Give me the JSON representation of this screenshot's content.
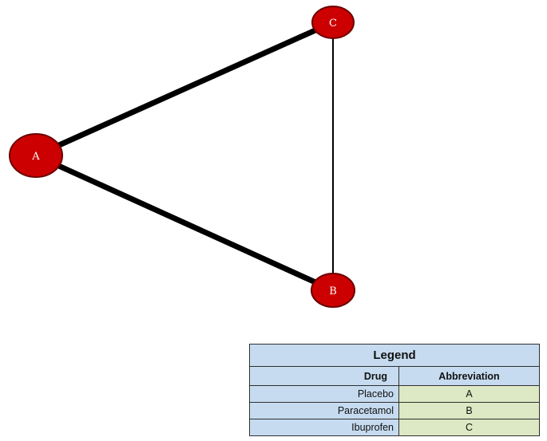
{
  "diagram": {
    "nodes": [
      {
        "id": "A",
        "label": "A"
      },
      {
        "id": "B",
        "label": "B"
      },
      {
        "id": "C",
        "label": "C"
      }
    ],
    "edges": [
      {
        "from": "A",
        "to": "C",
        "weight": "thick"
      },
      {
        "from": "A",
        "to": "B",
        "weight": "thick"
      },
      {
        "from": "C",
        "to": "B",
        "weight": "thin"
      }
    ],
    "node_color": "#cc0000",
    "node_border": "#6b0000",
    "edge_color": "#000000"
  },
  "legend": {
    "title": "Legend",
    "header_drug": "Drug",
    "header_abbr": "Abbreviation",
    "rows": [
      {
        "drug": "Placebo",
        "abbr": "A"
      },
      {
        "drug": "Paracetamol",
        "abbr": "B"
      },
      {
        "drug": "Ibuprofen",
        "abbr": "C"
      }
    ]
  }
}
